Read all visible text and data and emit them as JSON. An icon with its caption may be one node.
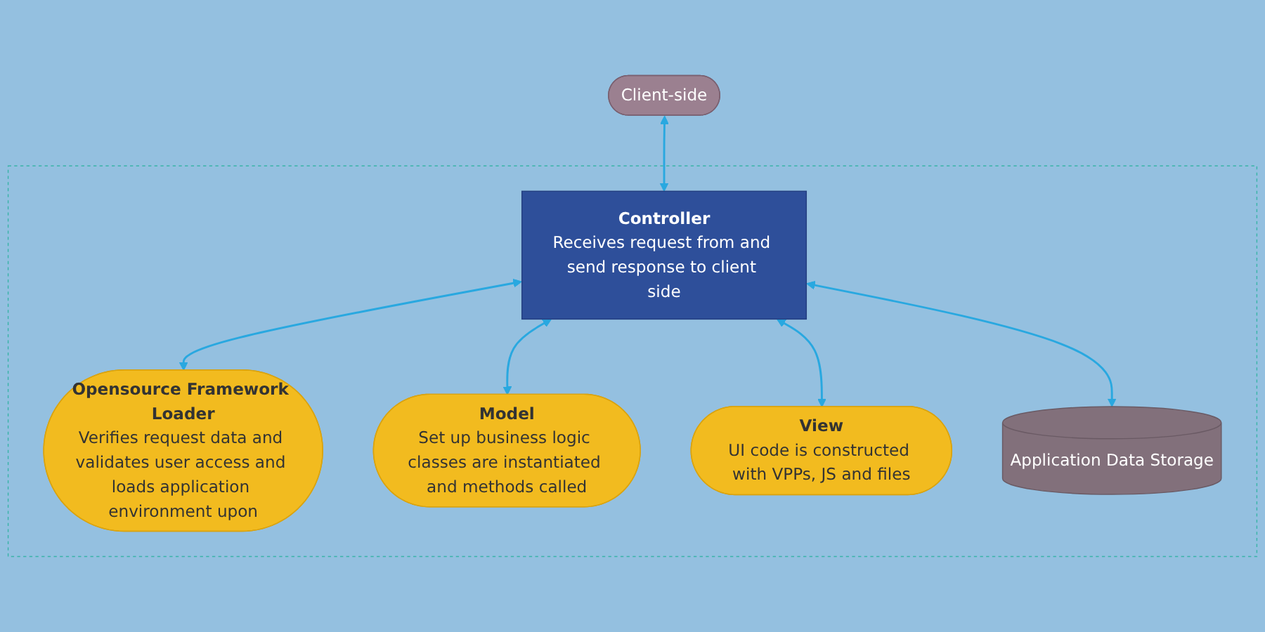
{
  "diagram": {
    "nodes": [
      {
        "text": [
          "Client-side"
        ]
      },
      {
        "text": [],
        "shape": "box"
      },
      {
        "text": [
          "Controller",
          "Receives request from and send response to client side"
        ],
        "in": 1
      },
      {
        "text": [
          "Opensource Framework Loader",
          "Verifies request data and validates user access and loads application environment upon"
        ],
        "in": 1
      },
      {
        "text": [
          "Model",
          "Set up business logic classes are instantiated and methods called"
        ],
        "in": 1
      },
      {
        "text": [
          "View",
          "UI code is constructed with VPPs, JS and files"
        ],
        "in": 1
      },
      {
        "text": [
          "Application Data Storage"
        ],
        "in": 1
      }
    ],
    "edges": [
      {
        "from": 0,
        "to": 2,
        "arrow": "both"
      },
      {
        "from": 2,
        "to": 3,
        "arrow": "both"
      },
      {
        "from": 2,
        "to": 4,
        "arrow": "both"
      },
      {
        "from": 2,
        "to": 6,
        "arrow": "both"
      },
      {
        "from": 2,
        "to": 5,
        "arrow": "both"
      }
    ]
  }
}
